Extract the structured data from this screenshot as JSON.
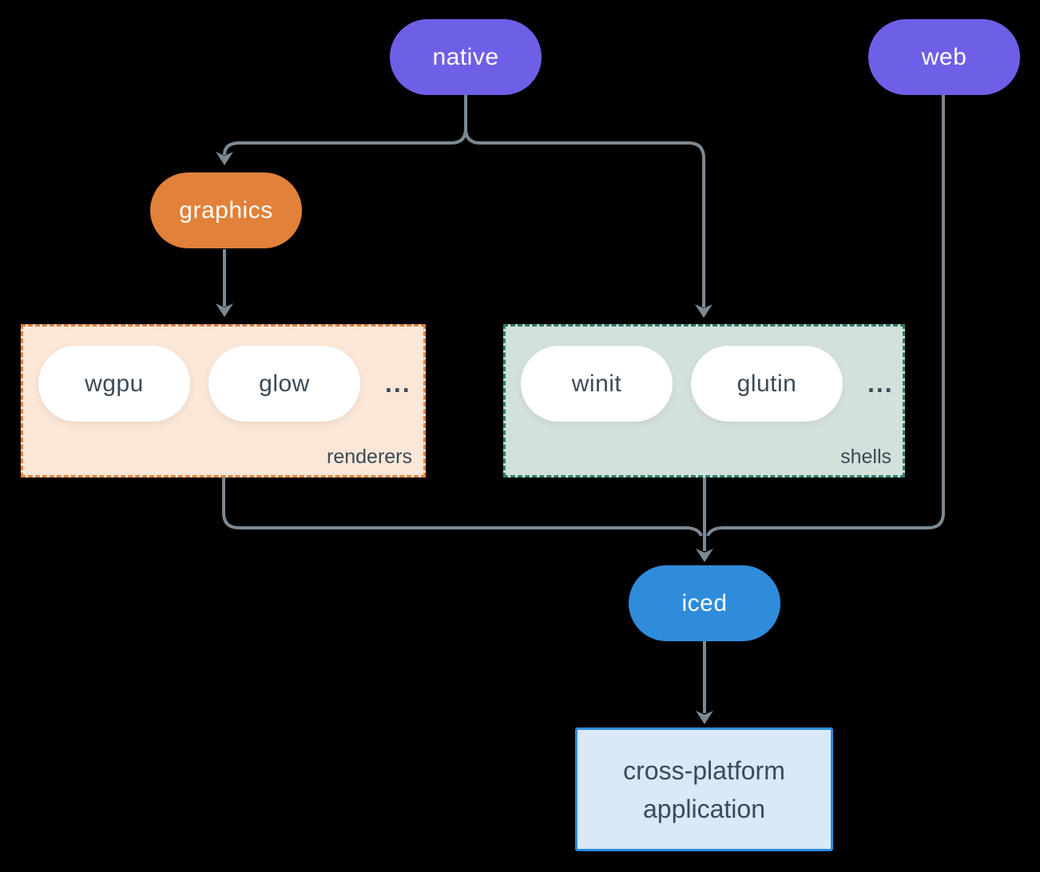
{
  "diagram": {
    "kind": "architecture-diagram",
    "nodes": {
      "native": "native",
      "web": "web",
      "graphics": "graphics",
      "iced": "iced",
      "application": "cross-platform application"
    },
    "groups": {
      "renderers": {
        "label": "renderers",
        "items": [
          "wgpu",
          "glow"
        ],
        "ellipsis": "..."
      },
      "shells": {
        "label": "shells",
        "items": [
          "winit",
          "glutin"
        ],
        "ellipsis": "..."
      }
    },
    "edges": [
      "native -> graphics",
      "native -> shells",
      "graphics -> renderers",
      "renderers -> iced",
      "shells -> iced",
      "web -> iced",
      "iced -> cross-platform application"
    ],
    "colors": {
      "background": "#000000",
      "native_web_pill": "#6D60E7",
      "graphics_pill": "#E1813A",
      "iced_pill": "#2F8CDB",
      "renderers_fill": "#FAE7D8",
      "renderers_border": "#E2823B",
      "shells_fill": "#D3E1DC",
      "shells_border": "#2E7D6F",
      "application_fill": "#D9E9F8",
      "application_border": "#2F8CDB",
      "connector_line": "#7B8994",
      "pill_text_light": "#FFFFFF",
      "dark_text": "#3C4A56"
    }
  }
}
